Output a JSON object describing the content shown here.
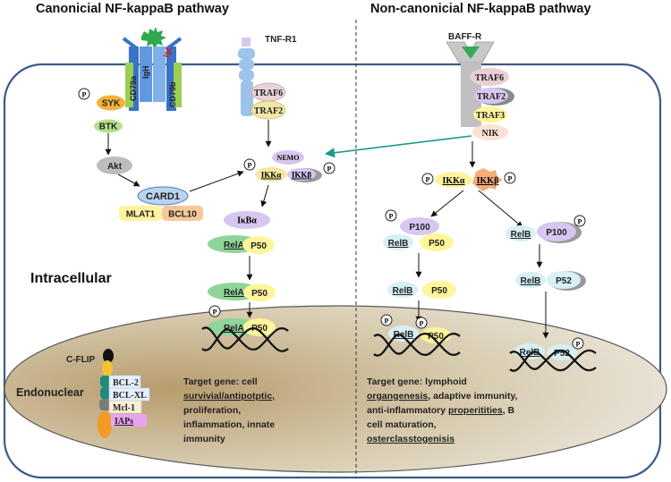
{
  "headers": {
    "left": "Canonicial NF-kappaB pathway",
    "right": "Non-canonicial NF-kappaB pathway"
  },
  "regions": {
    "intracellular": "Intracellular",
    "endonuclear": "Endonuclear"
  },
  "phospho": "P",
  "bcr": {
    "igl": "IgL",
    "igh": "IgH",
    "cd79a": "CD79a",
    "cd79b": "CD79b"
  },
  "left_nodes": {
    "syk": "SYK",
    "btk": "BTK",
    "akt": "Akt",
    "card1": "CARD1",
    "mlat1": "MLAT1",
    "bcl10": "BCL10"
  },
  "tnf": {
    "receptor": "TNF-R1",
    "traf6": "TRAF6",
    "traf2": "TRAF2",
    "nemo": "NEMO",
    "ikka": "IKKα",
    "ikkb": "IKKβ",
    "ikba": "IκBα",
    "rela": "RelA",
    "p50": "P50"
  },
  "baff": {
    "receptor": "BAFF-R",
    "traf6": "TRAF6",
    "traf2": "TRAF2",
    "traf3": "TRAF3",
    "nik": "NIK",
    "ikka": "IKKα",
    "ikkb": "IKKβ",
    "p100": "P100",
    "relb": "RelB",
    "p50": "P50",
    "p52": "P52"
  },
  "anti_apoptotic": {
    "cflip": "C-FLIP",
    "bcl2": "BCL-2",
    "bclxl": "BCL-XL",
    "mcl1": "Mcl-1",
    "iaps": "IAPs"
  },
  "target_left": {
    "line1": "Target gene: cell",
    "line2": "survivial/antipotptic,",
    "line3": "proliferation,",
    "line4": "inflammation, innate",
    "line5": "immunity"
  },
  "target_right": {
    "line1": "Target gene: lymphoid",
    "line2a": "organgenesis",
    "line2b": ", adaptive immunity,",
    "line3a": "anti-inflammatory ",
    "line3b": "properitities",
    "line3c": ", B",
    "line4": "cell maturation,",
    "line5": "osterclasstogenisis"
  },
  "colors": {
    "cell_border": "#3b5b8a",
    "nucleus": "#b8a27a",
    "arrow_teal": "#1a9a8a",
    "yellow_node": "#fff3a0",
    "blue_node": "#bcd3f0",
    "purple_node": "#d7c6ef",
    "green_node": "#8fd49a",
    "pink_node": "#f6c7c7"
  }
}
